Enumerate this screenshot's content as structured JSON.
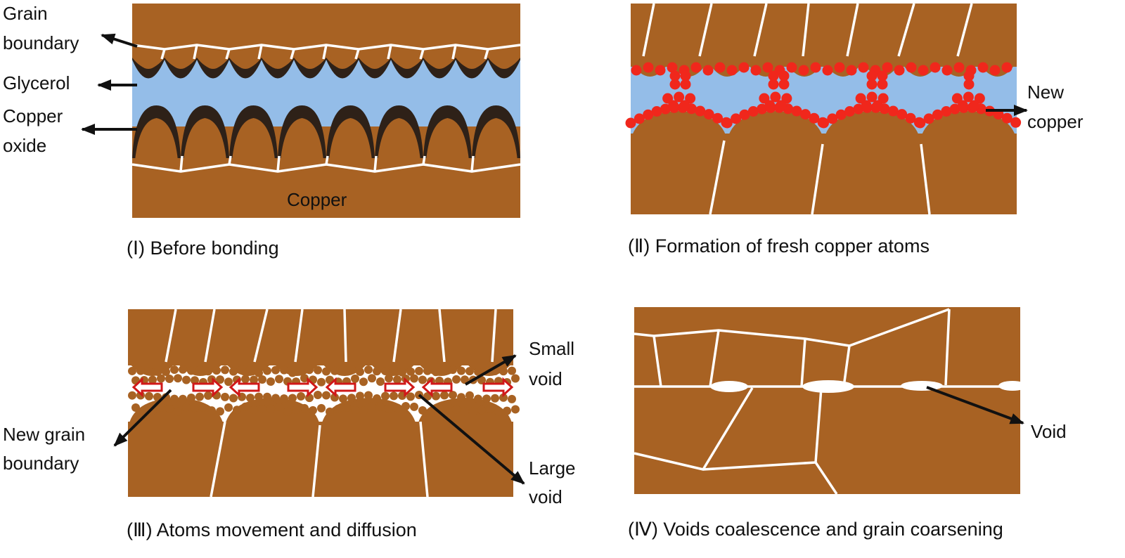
{
  "colors": {
    "copper": "#A86223",
    "oxide": "#2E2118",
    "glycerol": "#94BDE8",
    "grain_boundary": "#FFFFFF",
    "new_copper": "#F0271C",
    "diffusion_arrow": "#D01818",
    "void": "#FFFFFF"
  },
  "panel_1": {
    "caption": "(Ⅰ) Before bonding",
    "label_grain_boundary": [
      "Grain",
      "boundary"
    ],
    "label_glycerol": "Glycerol",
    "label_copper_oxide": [
      "Copper",
      "oxide"
    ],
    "label_copper": "Copper"
  },
  "panel_2": {
    "caption": "(Ⅱ) Formation of fresh copper atoms",
    "label_new_copper": [
      "New",
      "copper"
    ]
  },
  "panel_3": {
    "caption": "(Ⅲ) Atoms movement and diffusion",
    "label_small_void": [
      "Small",
      "void"
    ],
    "label_large_void": [
      "Large",
      "void"
    ],
    "label_new_grain_boundary": [
      "New grain",
      "boundary"
    ]
  },
  "panel_4": {
    "caption": "(Ⅳ) Voids coalescence and grain coarsening",
    "label_void": "Void"
  }
}
